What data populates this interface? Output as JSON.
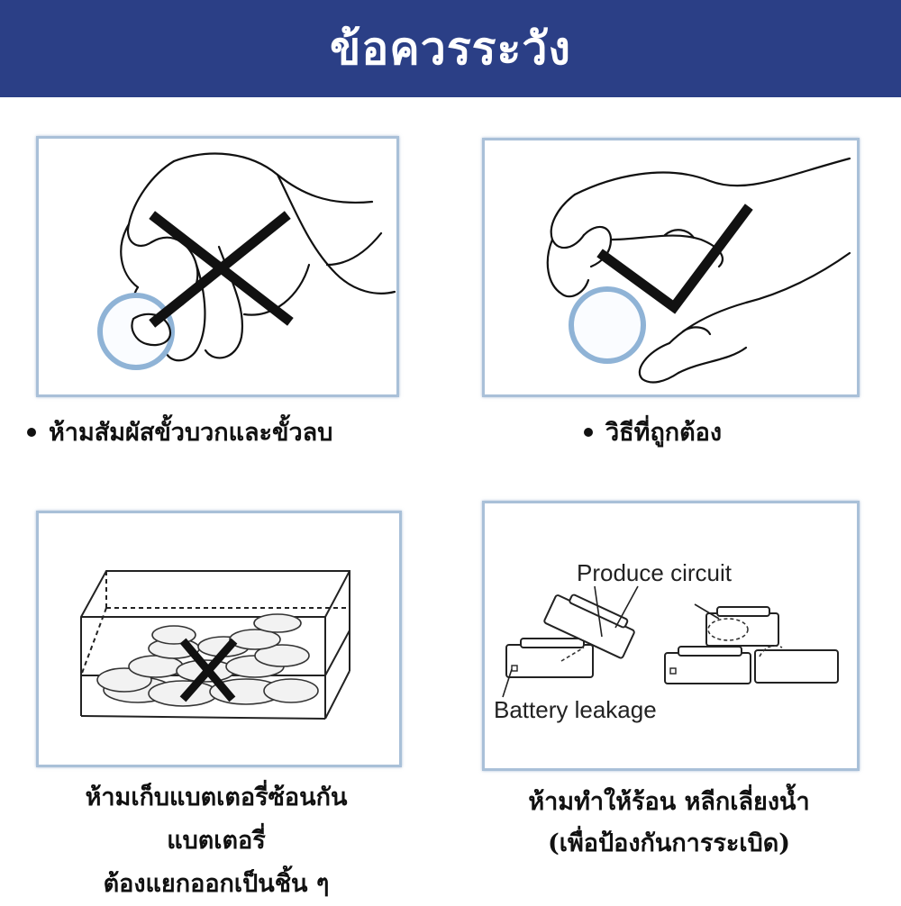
{
  "header": {
    "title": "ข้อควรระวัง",
    "background": "#2b3f86"
  },
  "panels": [
    {
      "caption": "ห้ามสัมผัสขั้วบวกและขั้วลบ",
      "mark": "cross"
    },
    {
      "caption": "วิธีที่ถูกต้อง",
      "mark": "check"
    },
    {
      "caption_lines": [
        "ห้ามเก็บแบตเตอรี่ซ้อนกัน",
        "แบตเตอรี่",
        "ต้องแยกออกเป็นชิ้น ๆ"
      ],
      "mark": "cross"
    },
    {
      "caption_lines": [
        "ห้ามทำให้ร้อน หลีกเลี่ยงน้ำ",
        "(เพื่อป้องกันการระเบิด)"
      ],
      "diagram_labels": {
        "top": "Produce circuit",
        "bottom": "Battery leakage"
      }
    }
  ],
  "colors": {
    "panel_border": "#a9c0d8",
    "battery_ring": "#8fb3d6",
    "mark": "#111111"
  }
}
